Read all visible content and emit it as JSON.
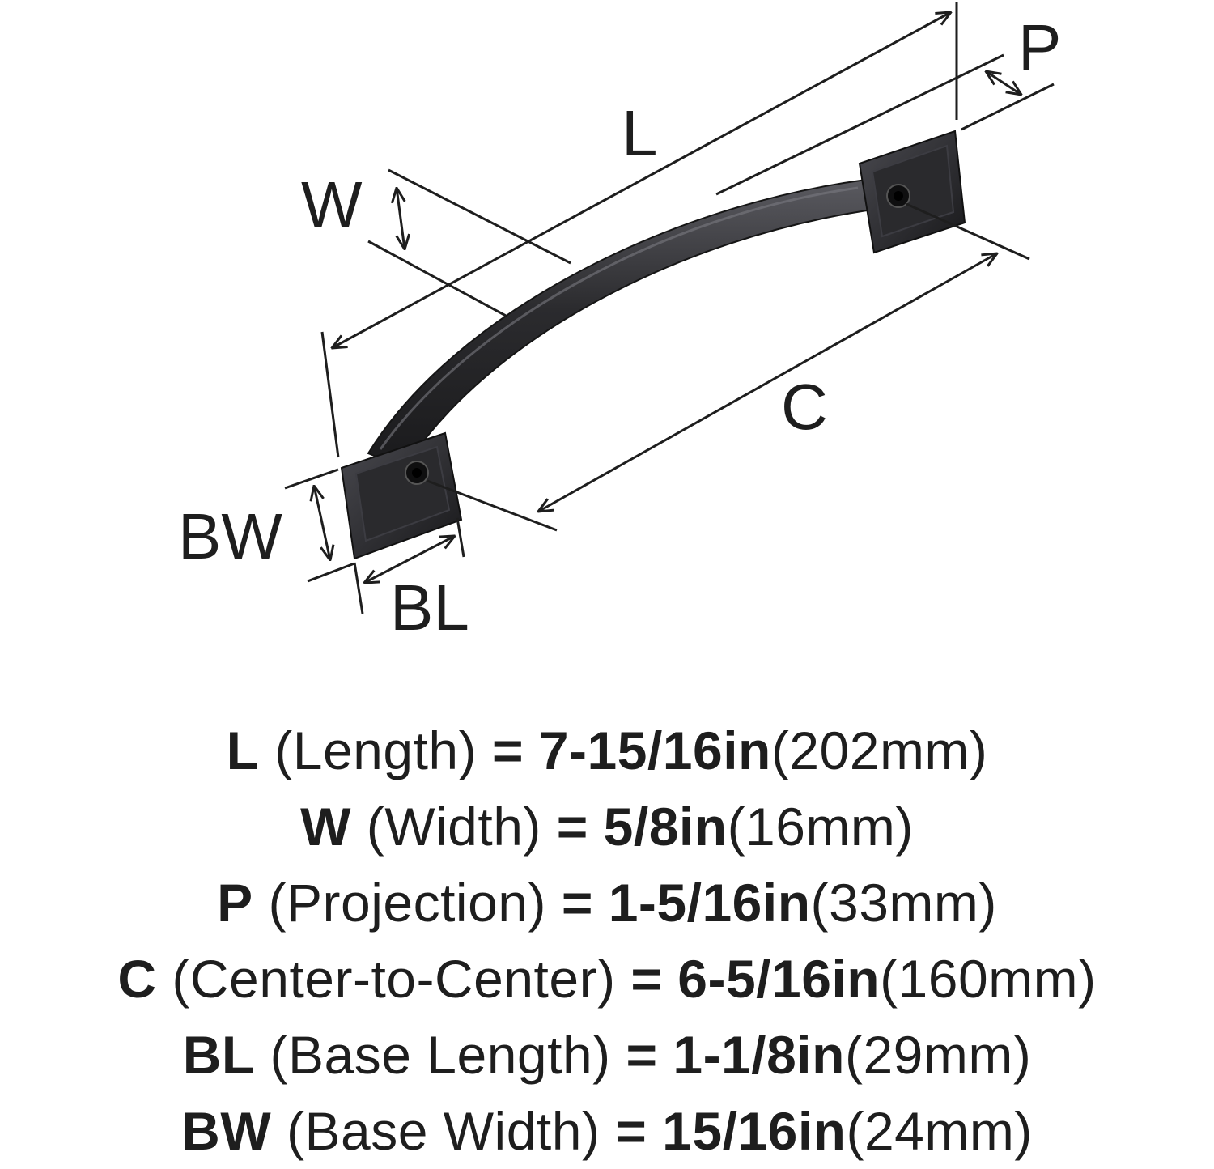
{
  "diagram": {
    "labels": {
      "L": "L",
      "W": "W",
      "P": "P",
      "C": "C",
      "BW": "BW",
      "BL": "BL"
    },
    "colors": {
      "ink": "#1e1e1e",
      "handle_finish": "#2b2b2e",
      "handle_highlight": "#5a5a60",
      "background": "#ffffff"
    }
  },
  "specs": [
    {
      "code": "L",
      "name": "(Length)",
      "eq": "=",
      "inches": "7-15/16in",
      "mm": "(202mm)"
    },
    {
      "code": "W",
      "name": "(Width)",
      "eq": "=",
      "inches": "5/8in",
      "mm": "(16mm)"
    },
    {
      "code": "P",
      "name": "(Projection)",
      "eq": "=",
      "inches": "1-5/16in",
      "mm": "(33mm)"
    },
    {
      "code": "C",
      "name": "(Center-to-Center)",
      "eq": "=",
      "inches": "6-5/16in",
      "mm": "(160mm)"
    },
    {
      "code": "BL",
      "name": "(Base Length)",
      "eq": "=",
      "inches": "1-1/8in",
      "mm": "(29mm)"
    },
    {
      "code": "BW",
      "name": "(Base Width)",
      "eq": "=",
      "inches": "15/16in",
      "mm": "(24mm)"
    }
  ]
}
